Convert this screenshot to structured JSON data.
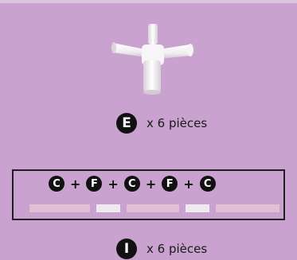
{
  "pieces": [
    {
      "letter": "E",
      "count_text": "x 6 pièces",
      "icon": "tee-connector-4way"
    },
    {
      "letter": "I",
      "count_text": "x 6 pièces"
    }
  ],
  "assembly": {
    "sequence": [
      {
        "letter": "C"
      },
      {
        "operator": "+"
      },
      {
        "letter": "F"
      },
      {
        "operator": "+"
      },
      {
        "letter": "C"
      },
      {
        "operator": "+"
      },
      {
        "letter": "F"
      },
      {
        "operator": "+"
      },
      {
        "letter": "C"
      }
    ],
    "bars": [
      {
        "part": "C",
        "color": "#e3bfd5"
      },
      {
        "part": "F",
        "color": "#eeeaee"
      },
      {
        "part": "C",
        "color": "#e3bfd5"
      },
      {
        "part": "F",
        "color": "#eeeaee"
      },
      {
        "part": "C",
        "color": "#e3bfd5"
      }
    ]
  },
  "colors": {
    "background": "#c9a2cf",
    "badge": "#111111",
    "pipe_pink": "#e3bfd5",
    "connector_white": "#eeeaee"
  }
}
